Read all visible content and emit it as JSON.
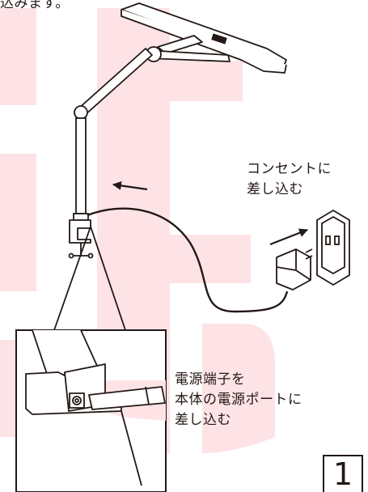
{
  "top_text": "込みます。",
  "labels": {
    "outlet": [
      "コンセントに",
      "差し込む"
    ],
    "port": [
      "電源端子を",
      "本体の電源ポートに",
      "差し込む"
    ]
  },
  "step_number": "1",
  "colors": {
    "accent_pink": "#fde3e6",
    "line": "#231815",
    "background": "#ffffff"
  }
}
